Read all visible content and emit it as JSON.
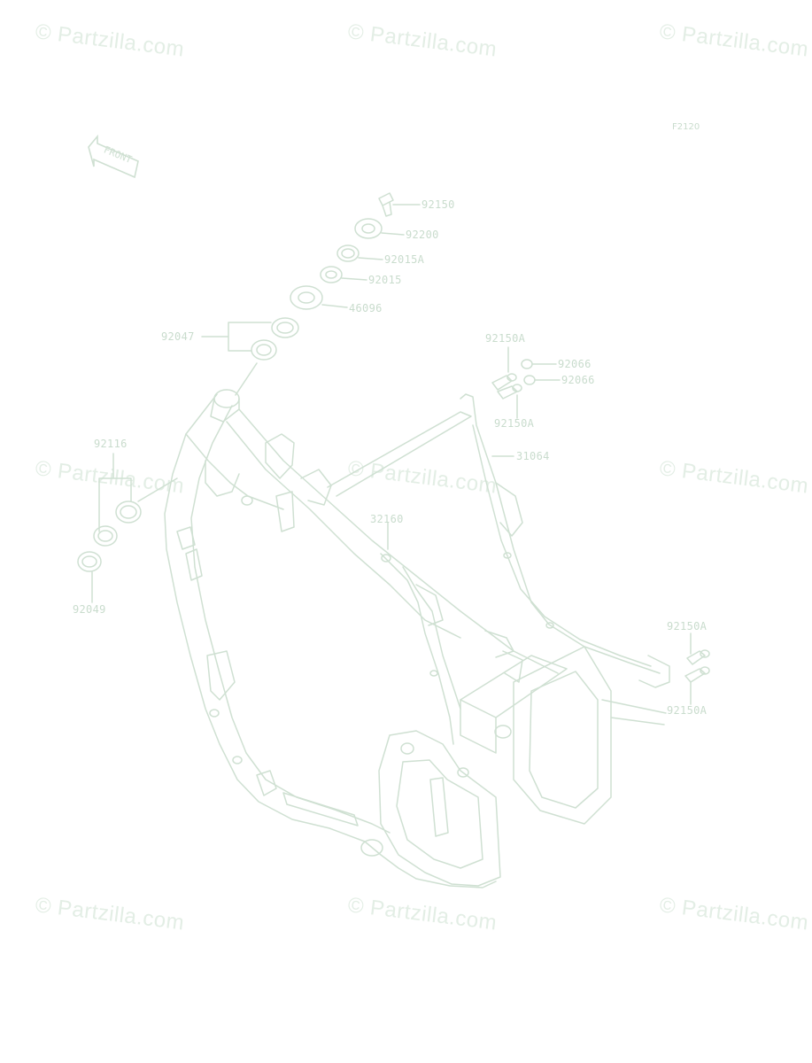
{
  "figure_code": "F2120",
  "front_label": "FRONT",
  "watermark": "© Partzilla.com",
  "parts": {
    "p92150": "92150",
    "p92200": "92200",
    "p92015A": "92015A",
    "p92015": "92015",
    "p46096": "46096",
    "p92047": "92047",
    "p92150A_top": "92150A",
    "p92066_a": "92066",
    "p92066_b": "92066",
    "p92150A_mid": "92150A",
    "p31064": "31064",
    "p92116": "92116",
    "p32160": "32160",
    "p92049": "92049",
    "p92150A_r1": "92150A",
    "p92150A_r2": "92150A"
  },
  "colors": {
    "line": "#cfe0d2",
    "label": "#c9dccd",
    "watermark": "#e3eee5"
  }
}
